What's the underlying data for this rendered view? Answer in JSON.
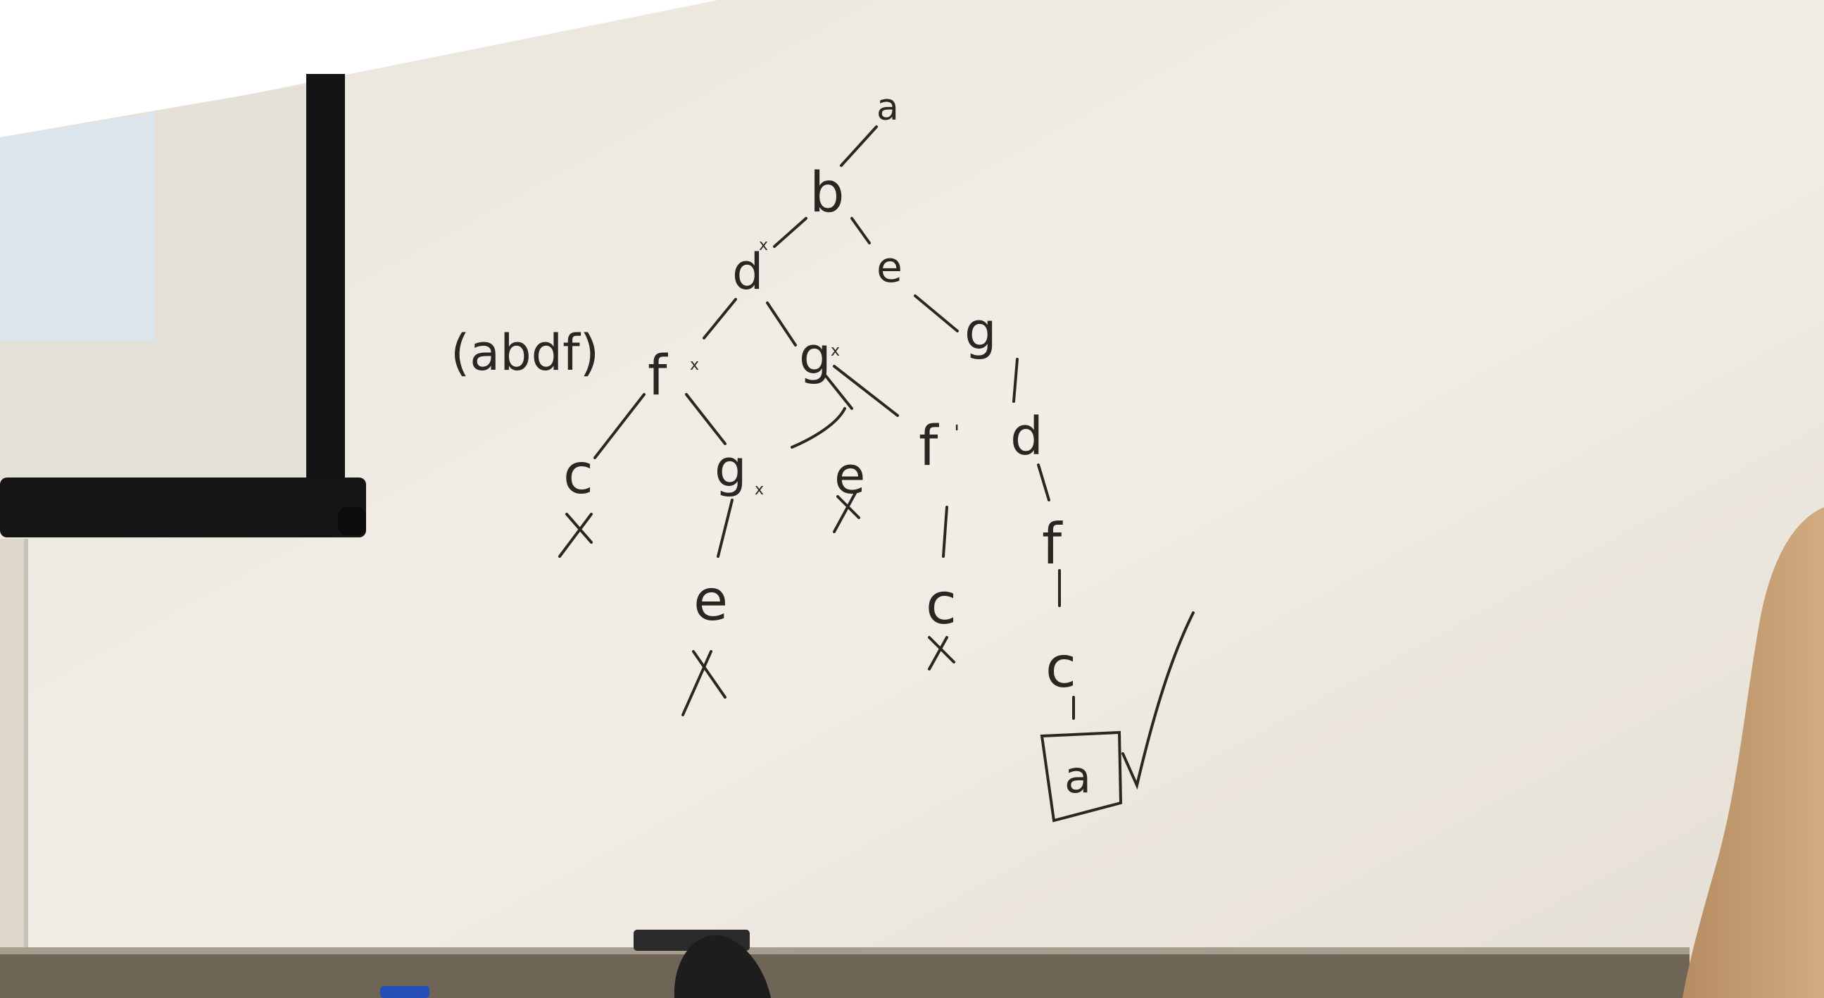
{
  "colors": {
    "wall": "#ece6dc",
    "whiteboard": "#efeae2",
    "marker_ink": "#2b2622",
    "screen_frame": "#141414",
    "projected_light": "#dce4ec",
    "tray": "#6f6556",
    "person_sweater": "#c19a70"
  },
  "board": {
    "annotation": "(abdf)",
    "tree_nodes": [
      {
        "id": "root",
        "label": "a",
        "mark": ""
      },
      {
        "id": "b",
        "label": "b",
        "mark": ""
      },
      {
        "id": "d1",
        "label": "d",
        "mark": "x"
      },
      {
        "id": "e1",
        "label": "e",
        "mark": ""
      },
      {
        "id": "f1",
        "label": "f",
        "mark": "x"
      },
      {
        "id": "g1",
        "label": "g",
        "mark": "x"
      },
      {
        "id": "g2",
        "label": "g",
        "mark": ""
      },
      {
        "id": "c1",
        "label": "c",
        "mark": ""
      },
      {
        "id": "g3",
        "label": "g",
        "mark": "x"
      },
      {
        "id": "e2",
        "label": "e",
        "mark": ""
      },
      {
        "id": "f2",
        "label": "f",
        "mark": "'"
      },
      {
        "id": "d2",
        "label": "d",
        "mark": ""
      },
      {
        "id": "e3",
        "label": "e",
        "mark": ""
      },
      {
        "id": "c2",
        "label": "c",
        "mark": ""
      },
      {
        "id": "f3",
        "label": "f",
        "mark": ""
      },
      {
        "id": "c3",
        "label": "c",
        "mark": ""
      },
      {
        "id": "goal",
        "label": "a",
        "mark": "boxed"
      }
    ],
    "dead_end_symbol": "X",
    "success_symbol": "√",
    "icons": [
      "check-icon",
      "x-mark-icon"
    ]
  }
}
